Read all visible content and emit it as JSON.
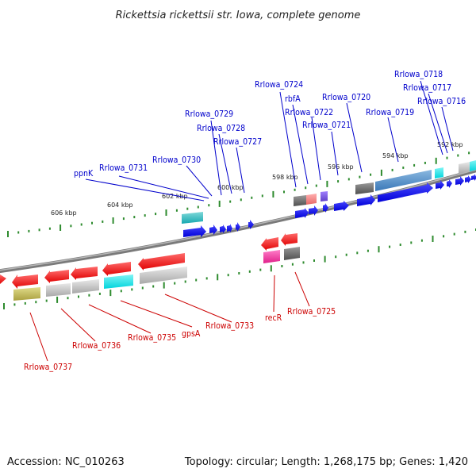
{
  "title": "Rickettsia rickettsii str. Iowa, complete genome",
  "footer": {
    "accession": "Accession: NC_010263",
    "summary": "Topology: circular; Length: 1,268,175 bp; Genes: 1,420"
  },
  "colors": {
    "forward_label": "#0000cc",
    "reverse_label": "#cc0000",
    "backbone": "#808080",
    "tick": "#2e8b2e"
  },
  "scale_labels": [
    "606 kbp",
    "604 kbp",
    "602 kbp",
    "600 kbp",
    "598 kbp",
    "596 kbp",
    "594 kbp",
    "592 kbp"
  ],
  "forward_labels": [
    "Rrlowa_0718",
    "Rrlowa_0717",
    "Rrlowa_0716",
    "Rrlowa_0724",
    "rbfA",
    "Rrlowa_0720",
    "Rrlowa_0722",
    "Rrlowa_0721",
    "Rrlowa_0719",
    "Rrlowa_0729",
    "Rrlowa_0728",
    "Rrlowa_0727",
    "Rrlowa_0730",
    "Rrlowa_0731",
    "ppnK"
  ],
  "reverse_labels": [
    "recR",
    "Rrlowa_0725",
    "Rrlowa_0733",
    "gpsA",
    "Rrlowa_0735",
    "Rrlowa_0736",
    "Rrlowa_0737"
  ]
}
